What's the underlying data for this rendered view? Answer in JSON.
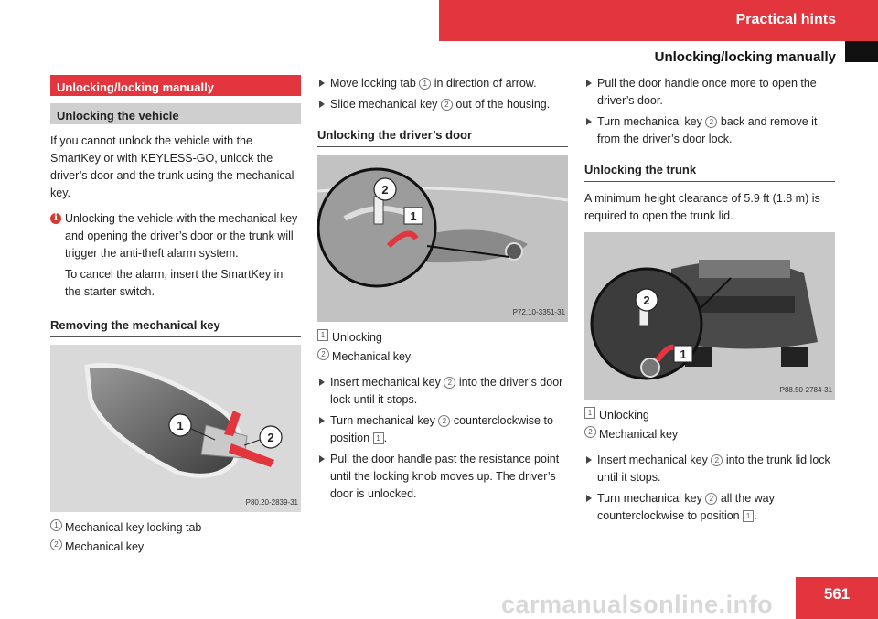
{
  "header": {
    "chapter": "Practical hints",
    "section": "Unlocking/locking manually"
  },
  "col1": {
    "section_title": "Unlocking/locking manually",
    "subsection_title": "Unlocking the vehicle",
    "intro": "If you cannot unlock the vehicle with the SmartKey or with KEYLESS-GO, unlock the driver’s door and the trunk using the mechanical key.",
    "note_icon": "info-icon",
    "note_1": "Unlocking the vehicle with the mechanical key and opening the driver’s door or the trunk will trigger the anti-theft alarm system.",
    "note_2": "To cancel the alarm, insert the SmartKey in the starter switch.",
    "heading": "Removing the mechanical key",
    "figure_code": "P80.20-2839-31",
    "figure_callouts": [
      "1",
      "2"
    ],
    "legend": [
      {
        "symbol": "1",
        "label": "Mechanical key locking tab"
      },
      {
        "symbol": "2",
        "label": "Mechanical key"
      }
    ]
  },
  "col2": {
    "steps_top": [
      {
        "pre": "Move locking tab ",
        "ref": "1",
        "post": " in direction of arrow."
      },
      {
        "pre": "Slide mechanical key ",
        "ref": "2",
        "post": " out of the housing."
      }
    ],
    "heading": "Unlocking the driver’s door",
    "figure_code": "P72.10-3351-31",
    "figure_callouts": [
      "2",
      "1"
    ],
    "legend": [
      {
        "symbol": "1",
        "label": "Unlocking"
      },
      {
        "symbol": "2",
        "label": "Mechanical key"
      }
    ],
    "steps": [
      {
        "pre": "Insert mechanical key ",
        "ref": "2",
        "post": " into the driver’s door lock until it stops."
      },
      {
        "pre": "Turn mechanical key ",
        "ref": "2",
        "post": " counterclockwise to position ",
        "ref2": "1",
        "post2": "."
      },
      {
        "text": "Pull the door handle past the resistance point until the locking knob moves up. The driver’s door is unlocked."
      }
    ]
  },
  "col3": {
    "steps_top": [
      {
        "text": "Pull the door handle once more to open the driver’s door."
      },
      {
        "pre": "Turn mechanical key ",
        "ref": "2",
        "post": " back and remove it from the driver’s door lock."
      }
    ],
    "heading": "Unlocking the trunk",
    "intro": "A minimum height clearance of 5.9 ft (1.8 m) is required to open the trunk lid.",
    "figure_code": "P88.50-2784-31",
    "figure_callouts": [
      "2",
      "1"
    ],
    "legend": [
      {
        "symbol": "1",
        "label": "Unlocking"
      },
      {
        "symbol": "2",
        "label": "Mechanical key"
      }
    ],
    "steps": [
      {
        "pre": "Insert mechanical key ",
        "ref": "2",
        "post": " into the trunk lid lock until it stops."
      },
      {
        "pre": "Turn mechanical key ",
        "ref": "2",
        "post": " all the way counterclockwise to position ",
        "ref2": "1",
        "post2": "."
      }
    ]
  },
  "page_number": "561",
  "watermark": "carmanualsonline.info",
  "colors": {
    "accent_red": "#e2353e",
    "grey_bar": "#cfcfcf",
    "figure_bg": "#d9d9d9"
  }
}
